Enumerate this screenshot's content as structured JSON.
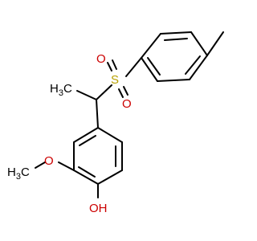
{
  "molecule": {
    "labels": {
      "methyl_left": "H",
      "methyl_left_sub": "3",
      "methyl_left_c": "C",
      "sulfur": "S",
      "sulfonyl_o_top": "O",
      "sulfonyl_o_bottom": "O",
      "methoxy_h": "H",
      "methoxy_sub": "3",
      "methoxy_c": "C",
      "methoxy_o": "O",
      "hydroxyl": "OH"
    },
    "colors": {
      "bond": "#000000",
      "oxygen": "#cc0000",
      "sulfur": "#b8a100",
      "carbon_text": "#000000"
    }
  }
}
